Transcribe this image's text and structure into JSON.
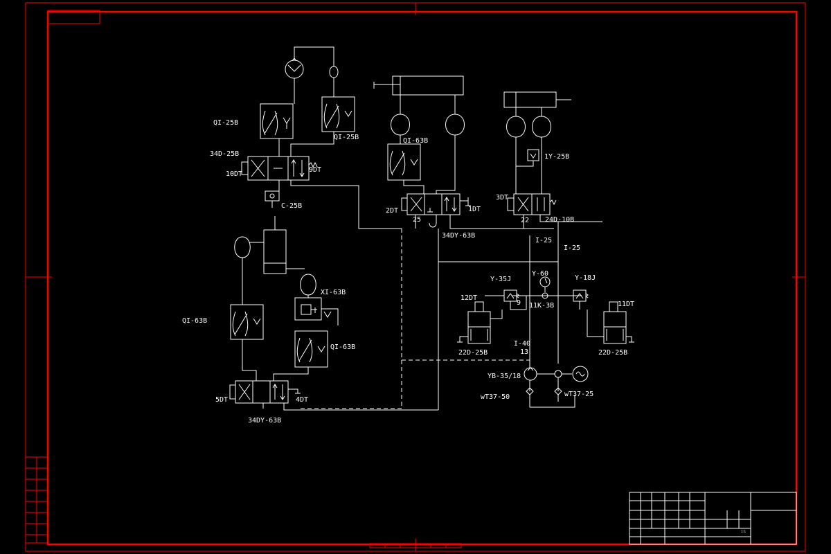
{
  "labels": {
    "qi25b_left": "QI-25B",
    "qi25b_right": "QI-25B",
    "v34d25b": "34D-25B",
    "dt10": "10DT",
    "dt9": "9DT",
    "c25b": "C-25B",
    "qi63b_mid": "QI-63B",
    "dt2": "2DT",
    "dt1": "1DT",
    "n25": "25",
    "v34dy63b_top": "34DY-63B",
    "dt3": "3DT",
    "n22": "22",
    "v24d10b": "24D-10B",
    "y1_25b": "1Y-25B",
    "i25_a": "I-25",
    "i25_b": "I-25",
    "y60": "Y-60",
    "y35j": "Y-35J",
    "y18j": "Y-18J",
    "dt12": "12DT",
    "n9": "9",
    "k11_3b": "11K-3B",
    "dt11": "11DT",
    "v22d25b_left": "22D-25B",
    "v22d25b_right": "22D-25B",
    "i40": "I-40",
    "n13": "13",
    "yb35_18": "YB-35/18",
    "wt37_50": "wT37-50",
    "wt37_25": "wT37-25",
    "qi63b_left": "QI-63B",
    "xi63b": "XI-63B",
    "qi63b_lower": "QI-63B",
    "dt5": "5DT",
    "dt4": "4DT",
    "v34dy63b_bottom": "34DY-63B",
    "sheet_mark": "1:1"
  },
  "colors": {
    "frame": "#ff0000",
    "lines": "#ffffff",
    "background": "#000000"
  },
  "icons": [
    "pump-icon",
    "motor-icon",
    "cylinder-icon",
    "pressure-gauge-icon",
    "valve-icon"
  ]
}
